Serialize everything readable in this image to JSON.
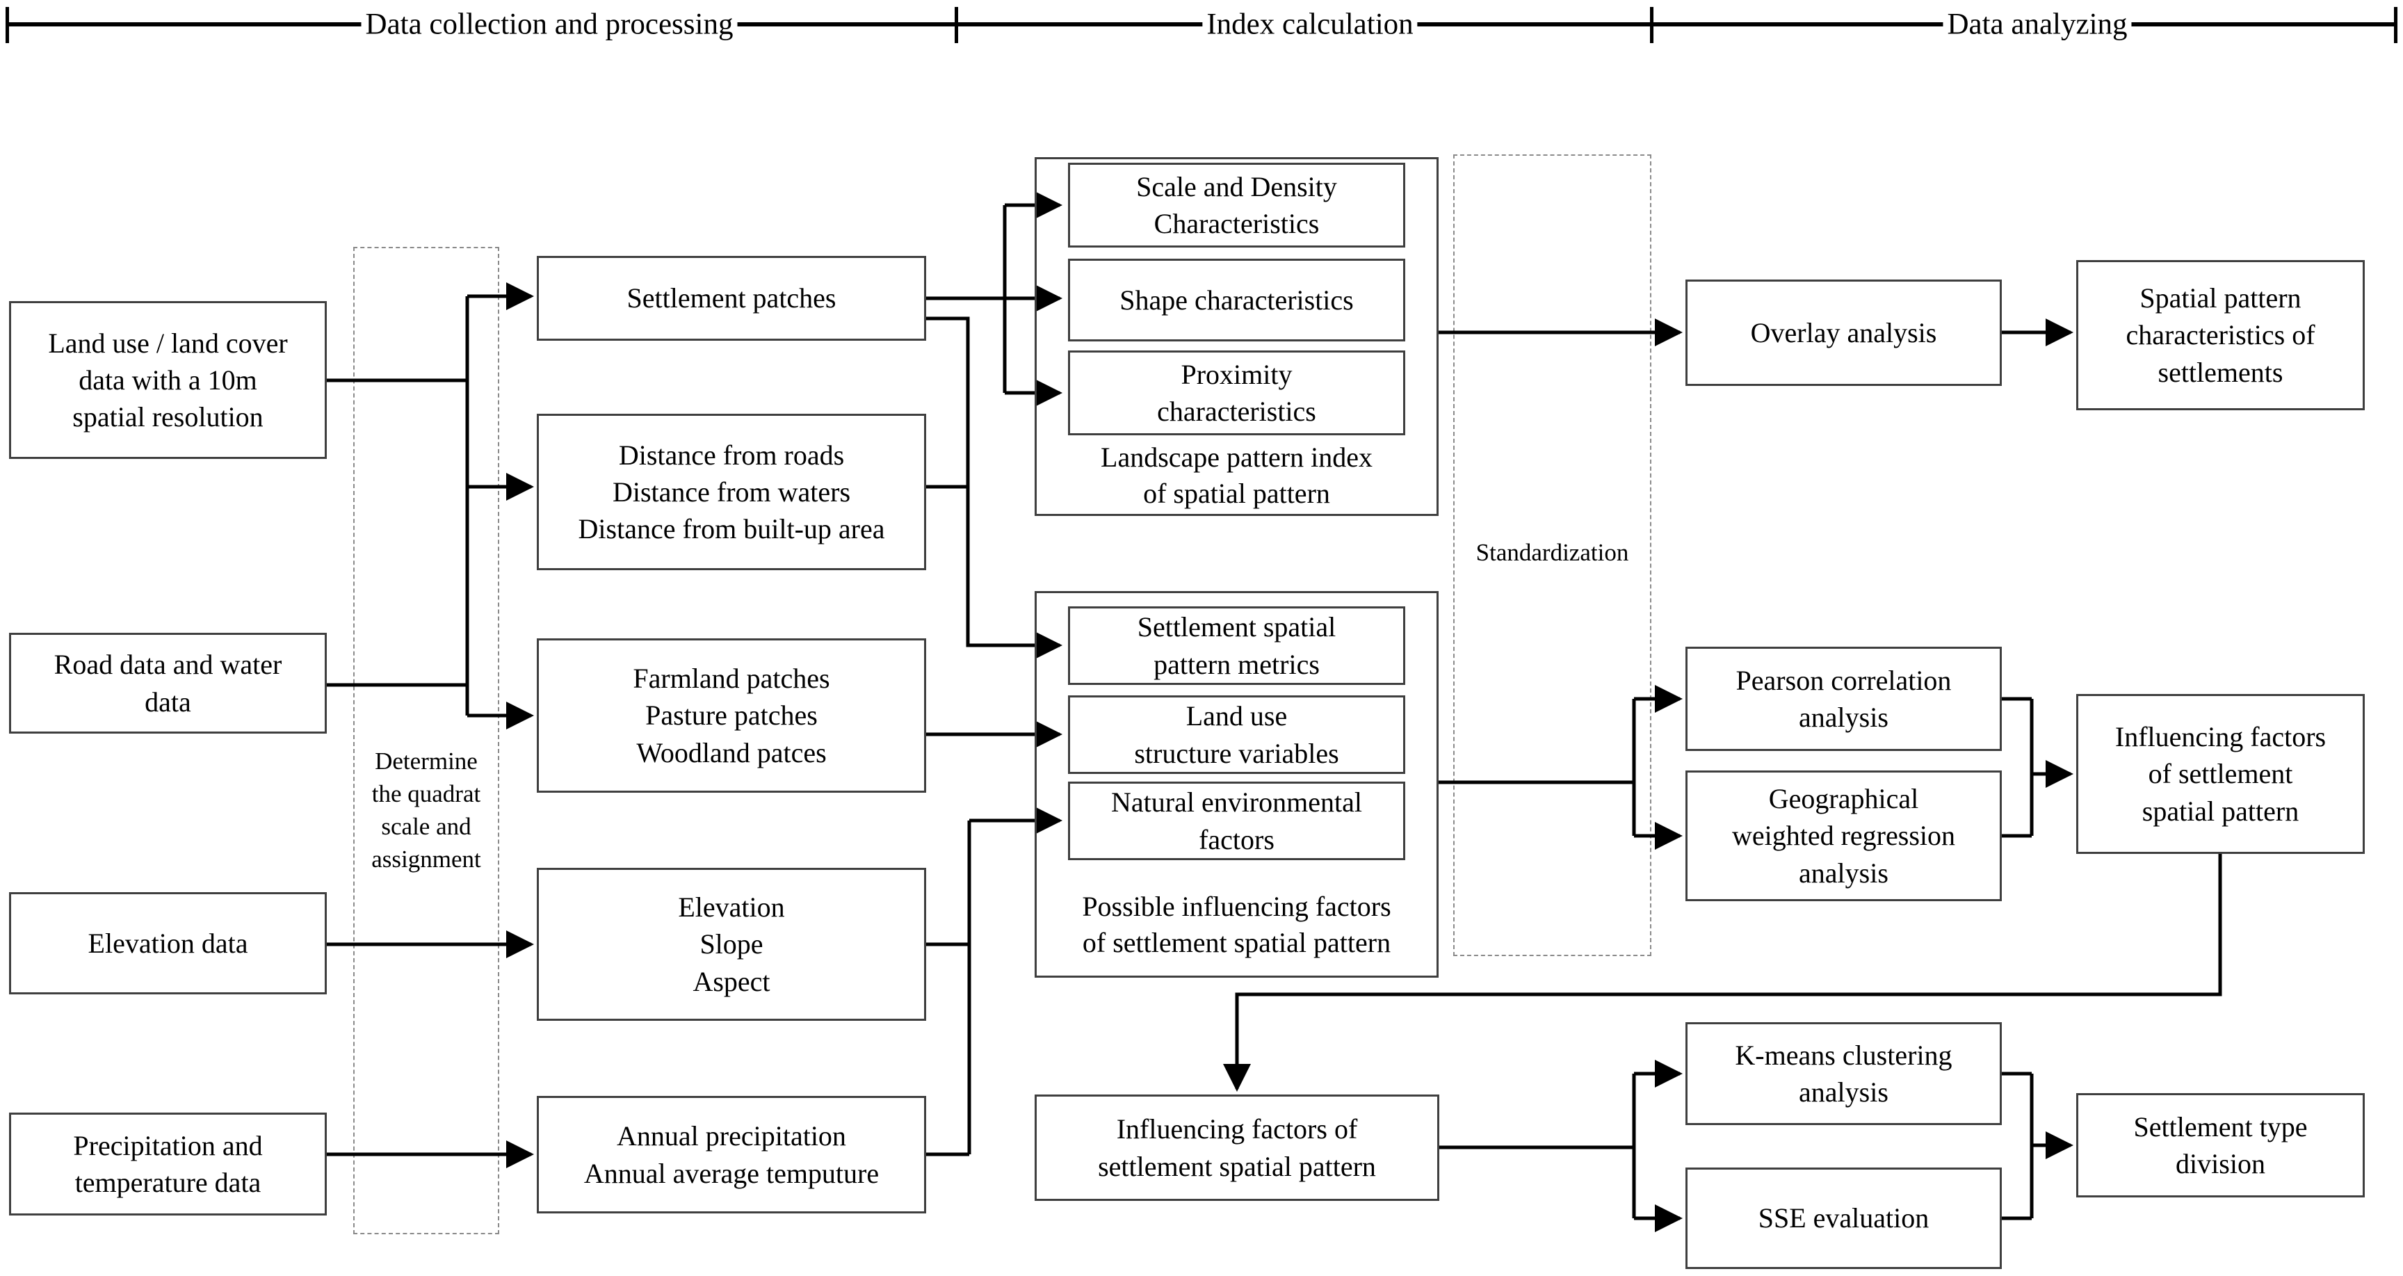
{
  "ruler": {
    "phases": [
      "Data collection and processing",
      "Index calculation",
      "Data analyzing"
    ]
  },
  "nodes": {
    "land_use": "Land use / land cover\ndata with a 10m\nspatial resolution",
    "road_water": "Road data and water\ndata",
    "elevation_data": "Elevation data",
    "precip_temp": "Precipitation and\ntemperature data",
    "settlement_patches": "Settlement patches",
    "distances": "Distance from roads\nDistance from waters\nDistance from built-up area",
    "farmland": "Farmland patches\nPasture patches\nWoodland patces",
    "elev_slope_aspect": "Elevation\nSlope\nAspect",
    "annual": "Annual precipitation\nAnnual average temputure",
    "scale_density": "Scale and Density\nCharacteristics",
    "shape": "Shape characteristics",
    "proximity": "Proximity\ncharacteristics",
    "metrics": "Settlement spatial\npattern metrics",
    "landuse_vars": "Land use\nstructure variables",
    "natural_factors": "Natural environmental\nfactors",
    "overlay": "Overlay analysis",
    "spatial_char": "Spatial pattern\ncharacteristics of\nsettlements",
    "pearson": "Pearson correlation\nanalysis",
    "geographical": "Geographical\nweighted regression\nanalysis",
    "influencing": "Influencing factors\nof settlement\nspatial pattern",
    "bottom_influencing": "Influencing factors of\nsettlement spatial pattern",
    "kmeans": "K-means clustering\nanalysis",
    "sse": "SSE evaluation",
    "type_division": "Settlement type\ndivision"
  },
  "captions": {
    "landscape": "Landscape pattern index\nof spatial pattern",
    "influencing_group": "Possible influencing factors\nof settlement spatial pattern"
  },
  "annotations": {
    "quadrat": "Determine\nthe quadrat\nscale and\nassignment",
    "standardization": "Standardization"
  },
  "colors": {
    "line": "#000000",
    "box_border": "#3f3f3f",
    "dashed_border": "#8a8a8a",
    "background": "#ffffff"
  }
}
